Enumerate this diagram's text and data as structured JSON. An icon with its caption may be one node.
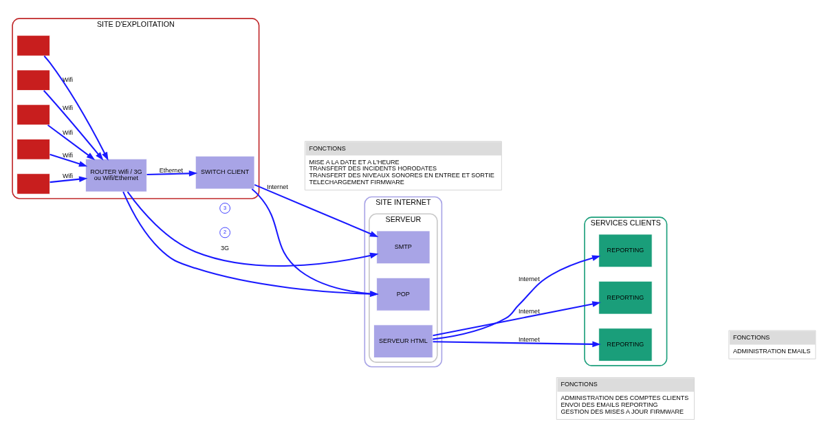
{
  "diagram": {
    "nodes": [
      {
        "text": [
          "SITE D'EXPLOITATION"
        ]
      },
      {
        "text": [],
        "shape": "box",
        "in": 0
      },
      {
        "text": [],
        "shape": "box",
        "in": 0
      },
      {
        "text": [],
        "shape": "box",
        "in": 0
      },
      {
        "text": [],
        "shape": "box",
        "in": 0
      },
      {
        "text": [],
        "shape": "box",
        "in": 0
      },
      {
        "text": [
          "ROUTER Wifi / 3G",
          "ou Wifi/Ethernet"
        ],
        "in": 0
      },
      {
        "text": [
          "SWITCH CLIENT"
        ],
        "in": 0
      },
      {
        "text": [
          "SITE INTERNET"
        ]
      },
      {
        "text": [
          "SERVEUR"
        ],
        "in": 8
      },
      {
        "text": [
          "SMTP"
        ],
        "in": 9
      },
      {
        "text": [
          "POP"
        ],
        "in": 9
      },
      {
        "text": [
          "SERVEUR HTML"
        ],
        "in": 9
      },
      {
        "text": [
          "SERVICES CLIENTS"
        ]
      },
      {
        "text": [
          "REPORTING"
        ],
        "in": 13
      },
      {
        "text": [
          "REPORTING"
        ],
        "in": 13
      },
      {
        "text": [
          "REPORTING"
        ],
        "in": 13
      },
      {
        "text": [
          "FONCTIONS",
          "MISE A LA DATE ET A L'HEURE",
          "TRANSFERT DES INCIDENTS HORODATES",
          "TRANSFERT DES NIVEAUX SONORES EN ENTREE ET SORTIE",
          "TELECHARGEMENT FIRMWARE"
        ]
      },
      {
        "text": [
          "FONCTIONS",
          "ADMINISTRATION DES COMPTES CLIENTS",
          "ENVOI DES EMAILS REPORTING",
          "GESTION DES MISES A JOUR FIRMWARE"
        ]
      },
      {
        "text": [
          "FONCTIONS",
          "ADMINISTRATION EMAILS"
        ]
      }
    ],
    "edges": [
      {
        "from": 1,
        "to": 6,
        "arrow": "to",
        "label": "Wifi"
      },
      {
        "from": 2,
        "to": 6,
        "arrow": "to",
        "label": "Wifi"
      },
      {
        "from": 3,
        "to": 6,
        "arrow": "to",
        "label": "Wifi"
      },
      {
        "from": 4,
        "to": 6,
        "arrow": "to",
        "label": "Wifi"
      },
      {
        "from": 5,
        "to": 6,
        "arrow": "to",
        "label": "Wifi"
      },
      {
        "from": 6,
        "to": 10,
        "arrow": "to",
        "label": "3G"
      },
      {
        "from": 6,
        "to": 11,
        "arrow": "to"
      },
      {
        "from": 6,
        "to": 7,
        "arrow": "to",
        "label": "Ethernet"
      },
      {
        "from": 7,
        "to": 10,
        "arrow": "to",
        "label": "Internet"
      },
      {
        "from": 7,
        "to": 11,
        "arrow": "to"
      },
      {
        "from": 12,
        "to": 14,
        "arrow": "to",
        "label": "Internet"
      },
      {
        "from": 12,
        "to": 15,
        "arrow": "to",
        "label": "Internet"
      },
      {
        "from": 12,
        "to": 16,
        "arrow": "to",
        "label": "Internet"
      }
    ],
    "labels": [
      "3",
      "2"
    ]
  }
}
